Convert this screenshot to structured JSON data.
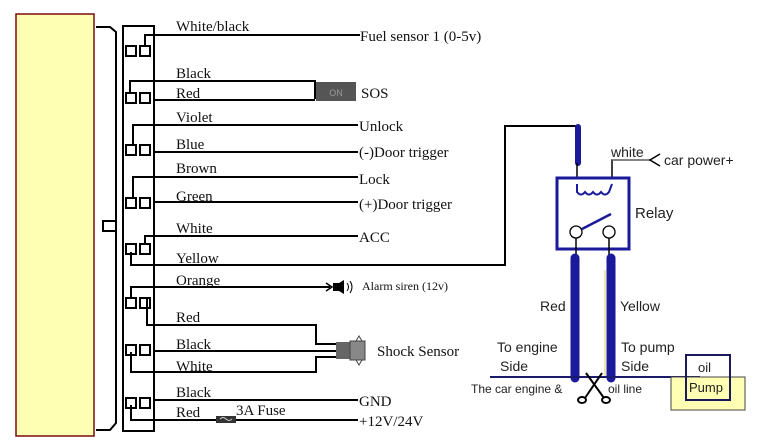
{
  "colors": {
    "device_panel_fill": "#ffffb4",
    "device_panel_border": "#7a0c0c",
    "relay_blue": "#1a1a9a",
    "pump_fill": "#ffffb4",
    "wire": "#000000"
  },
  "harness": {
    "wire_labels": [
      {
        "id": "white-black",
        "label": "White/black"
      },
      {
        "id": "black-sos",
        "label": "Black"
      },
      {
        "id": "red-sos",
        "label": "Red"
      },
      {
        "id": "violet",
        "label": "Violet"
      },
      {
        "id": "blue",
        "label": "Blue"
      },
      {
        "id": "brown",
        "label": "Brown"
      },
      {
        "id": "green",
        "label": "Green"
      },
      {
        "id": "white",
        "label": "White"
      },
      {
        "id": "yellow",
        "label": "Yellow"
      },
      {
        "id": "orange",
        "label": "Orange"
      },
      {
        "id": "red-shock",
        "label": "Red"
      },
      {
        "id": "black-shock",
        "label": "Black"
      },
      {
        "id": "white-shock",
        "label": "White"
      },
      {
        "id": "black-gnd",
        "label": "Black"
      },
      {
        "id": "red-power",
        "label": "Red"
      }
    ],
    "fuse_label": "3A Fuse"
  },
  "terminals": {
    "fuel_sensor": "Fuel sensor 1 (0-5v)",
    "sos": "SOS",
    "unlock": "Unlock",
    "door_neg": "(-)Door trigger",
    "lock": "Lock",
    "door_pos": "(+)Door trigger",
    "acc": "ACC",
    "alarm": "Alarm siren (12v)",
    "shock": "Shock Sensor",
    "gnd": "GND",
    "power": "+12V/24V"
  },
  "relay": {
    "title": "Relay",
    "white_label": "white",
    "car_power": "car power+",
    "red_label": "Red",
    "yellow_label": "Yellow",
    "engine_side_1": "To engine",
    "engine_side_2": "Side",
    "pump_side_1": "To pump",
    "pump_side_2": "Side",
    "oil_line": "The car engine &",
    "oil_line_2": "oil line",
    "pump_1": "oil",
    "pump_2": "Pump"
  }
}
